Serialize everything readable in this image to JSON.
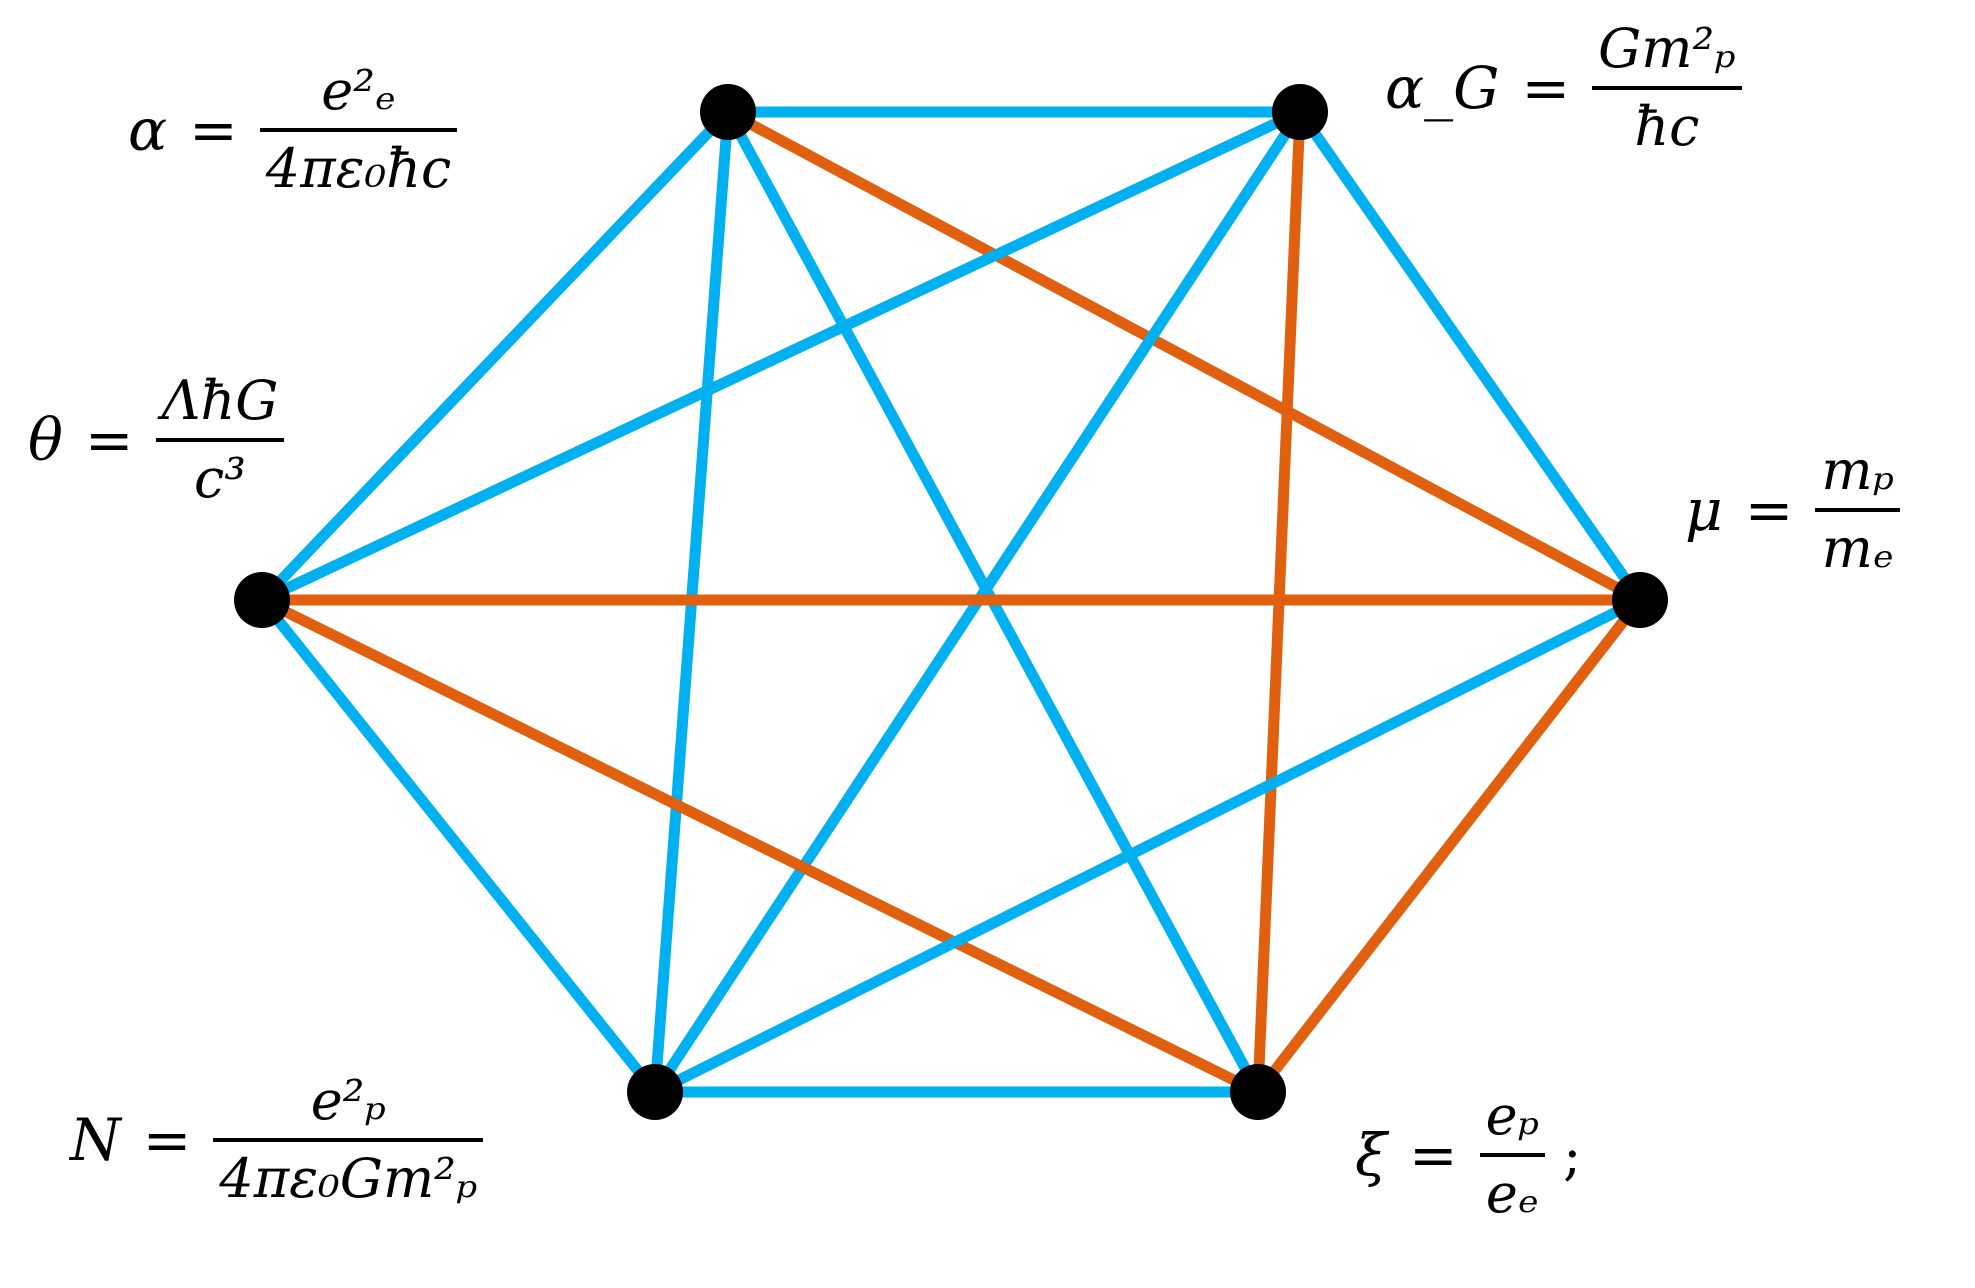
{
  "colors": {
    "blue": "#00b0f0",
    "orange": "#e06010",
    "node": "#000000"
  },
  "nodes": [
    {
      "id": "alpha"
    },
    {
      "id": "alphaG"
    },
    {
      "id": "mu"
    },
    {
      "id": "xi"
    },
    {
      "id": "N"
    },
    {
      "id": "theta"
    }
  ],
  "edges": [
    {
      "from": "alpha",
      "to": "alphaG",
      "color": "blue"
    },
    {
      "from": "alpha",
      "to": "theta",
      "color": "blue"
    },
    {
      "from": "alpha",
      "to": "N",
      "color": "blue"
    },
    {
      "from": "alpha",
      "to": "xi",
      "color": "blue"
    },
    {
      "from": "alpha",
      "to": "mu",
      "color": "orange"
    },
    {
      "from": "alphaG",
      "to": "mu",
      "color": "blue"
    },
    {
      "from": "alphaG",
      "to": "theta",
      "color": "blue"
    },
    {
      "from": "alphaG",
      "to": "N",
      "color": "blue"
    },
    {
      "from": "alphaG",
      "to": "xi",
      "color": "orange"
    },
    {
      "from": "theta",
      "to": "N",
      "color": "blue"
    },
    {
      "from": "theta",
      "to": "mu",
      "color": "orange"
    },
    {
      "from": "theta",
      "to": "xi",
      "color": "orange"
    },
    {
      "from": "mu",
      "to": "N",
      "color": "blue"
    },
    {
      "from": "mu",
      "to": "xi",
      "color": "orange"
    },
    {
      "from": "N",
      "to": "xi",
      "color": "blue"
    }
  ],
  "labels": {
    "alpha": {
      "lhs": "α",
      "op": "=",
      "num": "e²ₑ",
      "den": "4πε₀ħc"
    },
    "alphaG": {
      "lhs": "α_G",
      "op": "=",
      "num": "Gm²ₚ",
      "den": "ħc"
    },
    "theta": {
      "lhs": "θ",
      "op": "=",
      "num": "ΛħG",
      "den": "c³"
    },
    "mu": {
      "lhs": "μ",
      "op": "=",
      "num": "mₚ",
      "den": "mₑ"
    },
    "N": {
      "lhs": "N",
      "op": "=",
      "num": "e²ₚ",
      "den": "4πε₀Gm²ₚ"
    },
    "xi": {
      "lhs": "ξ",
      "op": "=",
      "num": "eₚ",
      "den": "eₑ",
      "tail": ";"
    }
  }
}
